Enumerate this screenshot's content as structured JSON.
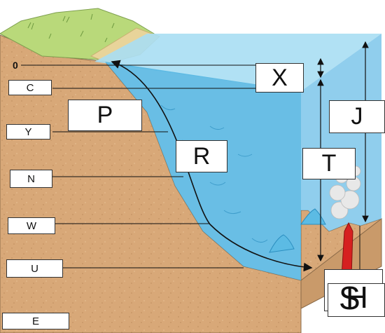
{
  "labels": {
    "zero": "0",
    "c": "C",
    "y": "Y",
    "n": "N",
    "w": "W",
    "u": "U",
    "e": "E",
    "p": "P",
    "r": "R",
    "x": "X",
    "t": "T",
    "j": "J",
    "s": "S",
    "h": "H"
  },
  "colors": {
    "land": "#d6a676",
    "grass": "#b9d97a",
    "beach": "#e8d49a",
    "ocean_top": "#a9def3",
    "ocean_side": "#7cc6ea",
    "ocean_slope": "#4fb3e0",
    "lava": "#d62020",
    "outline": "#222222"
  }
}
